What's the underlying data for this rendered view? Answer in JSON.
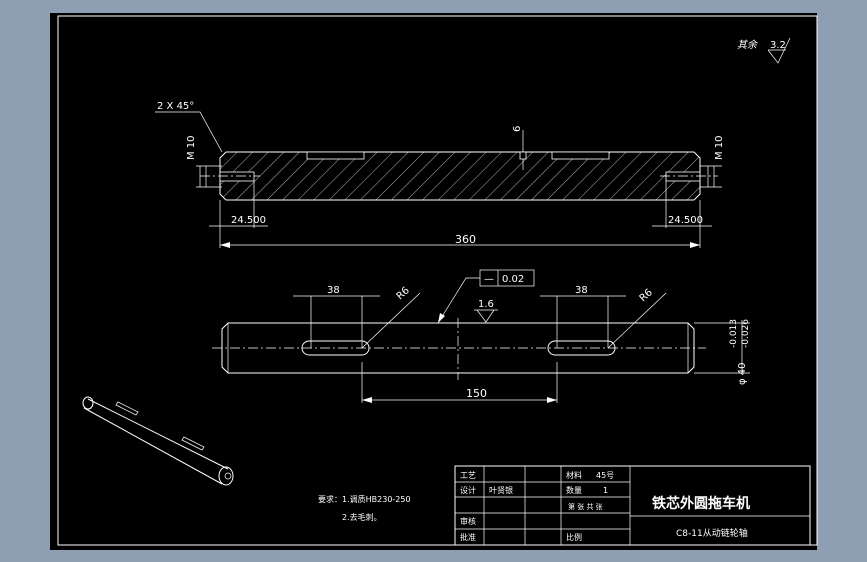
{
  "drawing": {
    "surface_finish_note": "其余",
    "surface_finish_value": "3.2",
    "chamfer": "2 X 45°",
    "thread_left": "M 10",
    "thread_right": "M 10",
    "keyway_depth": "6",
    "end_offset_left": "24.500",
    "end_offset_right": "24.500",
    "overall_length": "360",
    "flatness_symbol": "—",
    "flatness_value": "0.02",
    "key_length_left": "38",
    "key_length_right": "38",
    "radius_left": "R6",
    "radius_right": "R6",
    "roughness_center": "1.6",
    "key_spacing": "150",
    "diameter_label": "φ 40",
    "tol_upper": "-0.013",
    "tol_lower": "-0.026",
    "tech_requirements_line1": "要求：1.调质HB230-250",
    "tech_requirements_line2": "2.去毛刺。"
  },
  "title_block": {
    "r_craft": "工艺",
    "r_design": "设计",
    "designer": "叶贤银",
    "r_check": "审核",
    "r_approve": "批准",
    "material_label": "材料",
    "material_value": "45号",
    "qty_label": "数量",
    "qty_value": "1",
    "sheet_info": "第  张  共  张",
    "ratio_label": "比例",
    "part_title": "铁芯外圆拖车机",
    "part_subtitle": "C8-11从动链轮轴"
  },
  "colors": {
    "background": "#8e9eb3",
    "paper": "#000000",
    "lines": "#ffffff"
  }
}
